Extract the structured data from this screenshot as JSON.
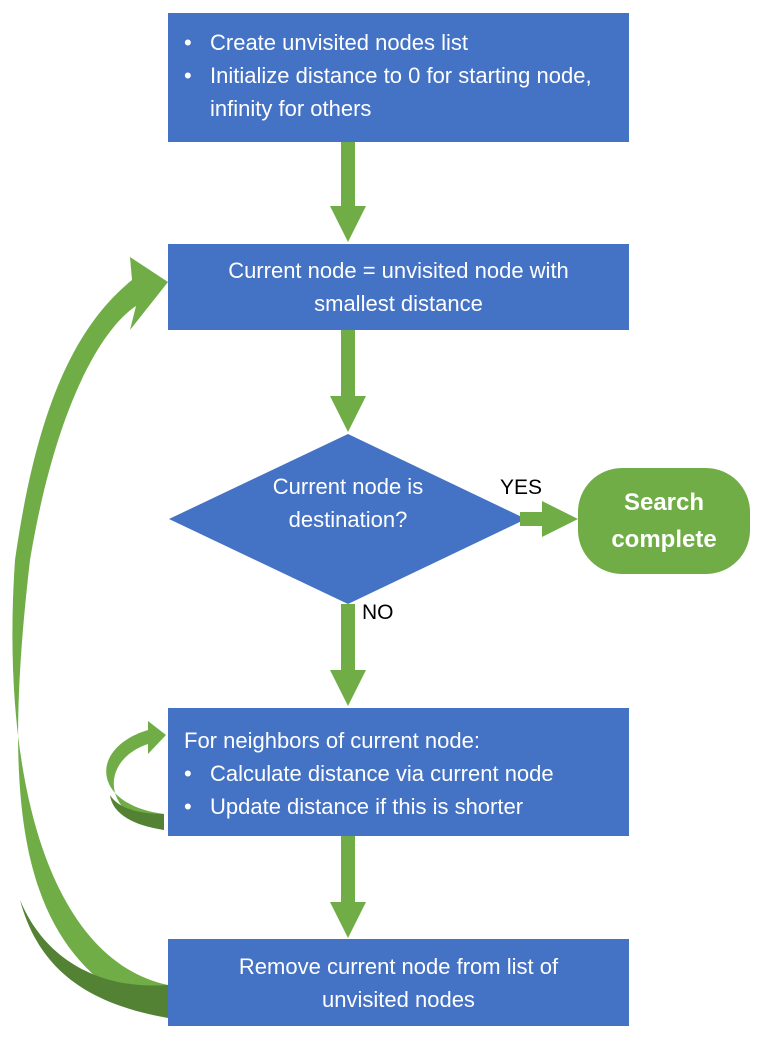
{
  "colors": {
    "box_fill": "#4472C4",
    "arrow": "#70AD47",
    "arrow_dark": "#548235",
    "terminal_fill": "#70AD47",
    "text_on_box": "#FFFFFF",
    "label_text": "#000000"
  },
  "nodes": {
    "init": {
      "bullets": [
        "Create unvisited nodes list",
        "Initialize distance to 0 for starting node, infinity for others"
      ]
    },
    "select_current": {
      "text": "Current node = unvisited node with smallest distance"
    },
    "check_destination": {
      "text": "Current node is destination?",
      "yes_label": "YES",
      "no_label": "NO"
    },
    "search_complete": {
      "text": "Search complete"
    },
    "update_neighbors": {
      "heading": "For neighbors of current node:",
      "bullets": [
        "Calculate distance via current node",
        "Update distance if this is shorter"
      ]
    },
    "remove_current": {
      "text": "Remove current node from list of unvisited nodes"
    }
  }
}
